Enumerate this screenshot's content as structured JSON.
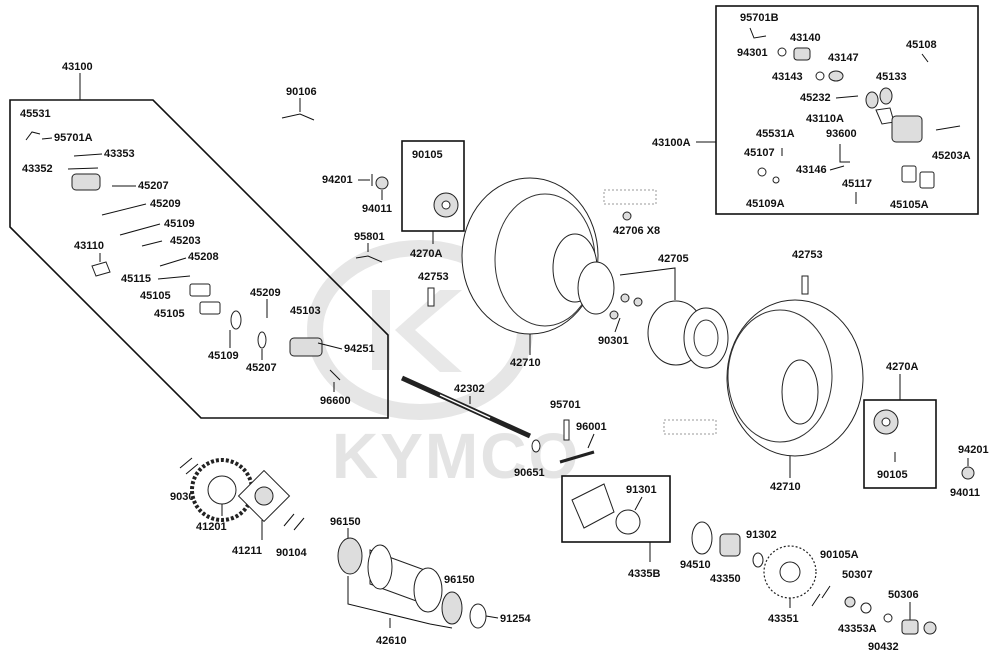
{
  "brand_watermark": "KYMCO",
  "labels": {
    "g43100": "43100",
    "p45531": "45531",
    "p95701A": "95701A",
    "p43353": "43353",
    "p43352": "43352",
    "p45207a": "45207",
    "p45209a": "45209",
    "p45109a": "45109",
    "p43110": "43110",
    "p45203": "45203",
    "p45208": "45208",
    "p45115": "45115",
    "p45105a": "45105",
    "p45105b": "45105",
    "p45209b": "45209",
    "p45103": "45103",
    "p45109b": "45109",
    "p45207b": "45207",
    "p94251": "94251",
    "p96600": "96600",
    "p90106": "90106",
    "p94201a": "94201",
    "p94011a": "94011",
    "p90105a": "90105",
    "p4270Aa": "4270A",
    "p95801": "95801",
    "p42753a": "42753",
    "p42706": "42706 X8",
    "p42705": "42705",
    "p42710a": "42710",
    "p90301": "90301",
    "p42753b": "42753",
    "p42710b": "42710",
    "p4270Ab": "4270A",
    "p90105b": "90105",
    "p94201b": "94201",
    "p94011b": "94011",
    "p42302": "42302",
    "p95701": "95701",
    "p96001": "96001",
    "p90651": "90651",
    "p90304": "90304",
    "p41201": "41201",
    "p41211": "41211",
    "p90104": "90104",
    "p96150a": "96150",
    "p96150b": "96150",
    "p91254": "91254",
    "p42610": "42610",
    "p91301": "91301",
    "p4335B": "4335B",
    "p94510": "94510",
    "p43350": "43350",
    "p91302": "91302",
    "p43351": "43351",
    "p90105A": "90105A",
    "p50307": "50307",
    "p50306": "50306",
    "p43353A": "43353A",
    "p90432": "90432",
    "g43100A": "43100A",
    "p95701B": "95701B",
    "p94301": "94301",
    "p43140": "43140",
    "p43143": "43143",
    "p43147": "43147",
    "p45108": "45108",
    "p45133": "45133",
    "p45232": "45232",
    "p43110A": "43110A",
    "p45531A": "45531A",
    "p93600": "93600",
    "p45107": "45107",
    "p43146": "43146",
    "p45117": "45117",
    "p45203A": "45203A",
    "p45109A": "45109A",
    "p45105A": "45105A"
  }
}
